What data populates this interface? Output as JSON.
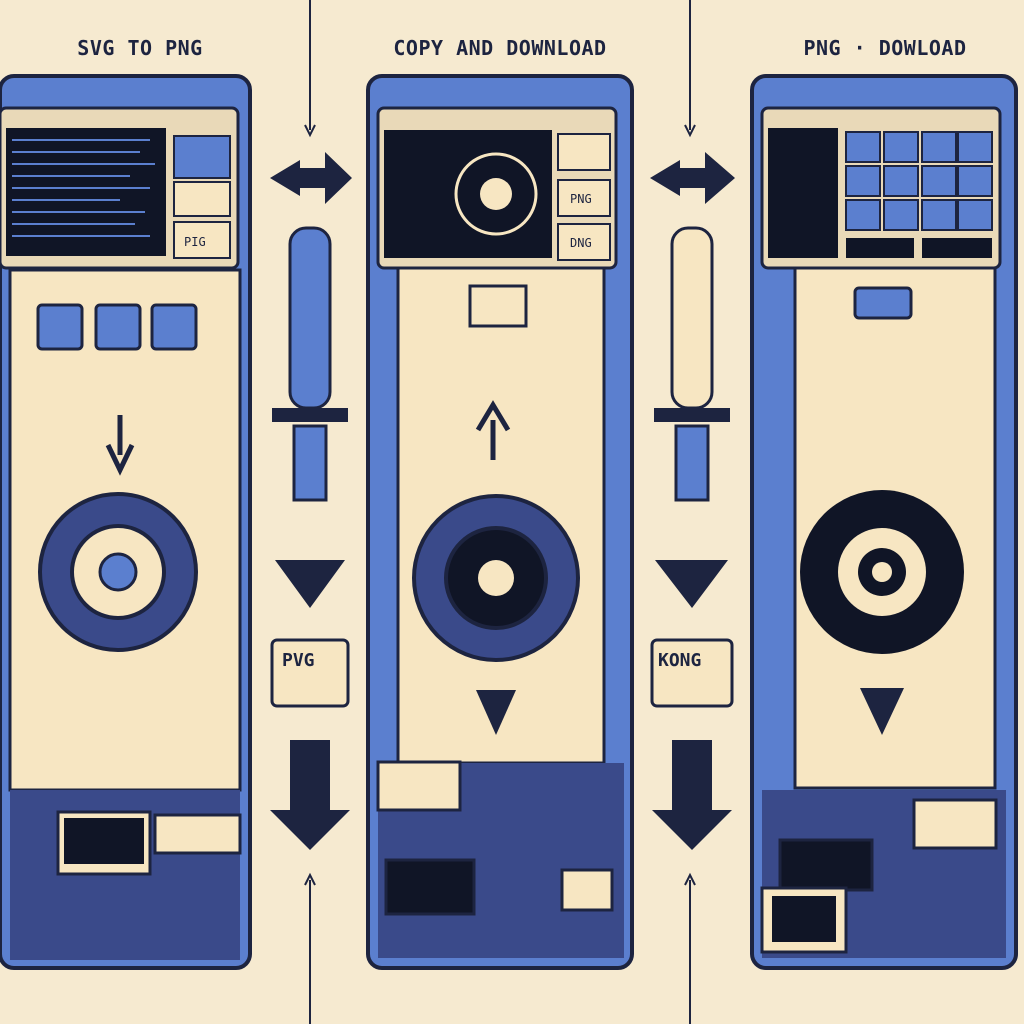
{
  "titles": {
    "left": "SVG TO PNG",
    "middle": "COPY AND DOWNLOAD",
    "right": "PNG · DOWLOAD"
  },
  "panel_labels": {
    "left_small_1": "PIG",
    "middle_small_1": "PNG",
    "middle_small_2": "DNG"
  },
  "connector_labels": {
    "left_box": "PVG",
    "right_box": "KONG"
  },
  "colors": {
    "background": "#f6ead0",
    "panel_blue": "#5b7fcf",
    "navy": "#1d2440",
    "cream": "#f7e6c2"
  }
}
